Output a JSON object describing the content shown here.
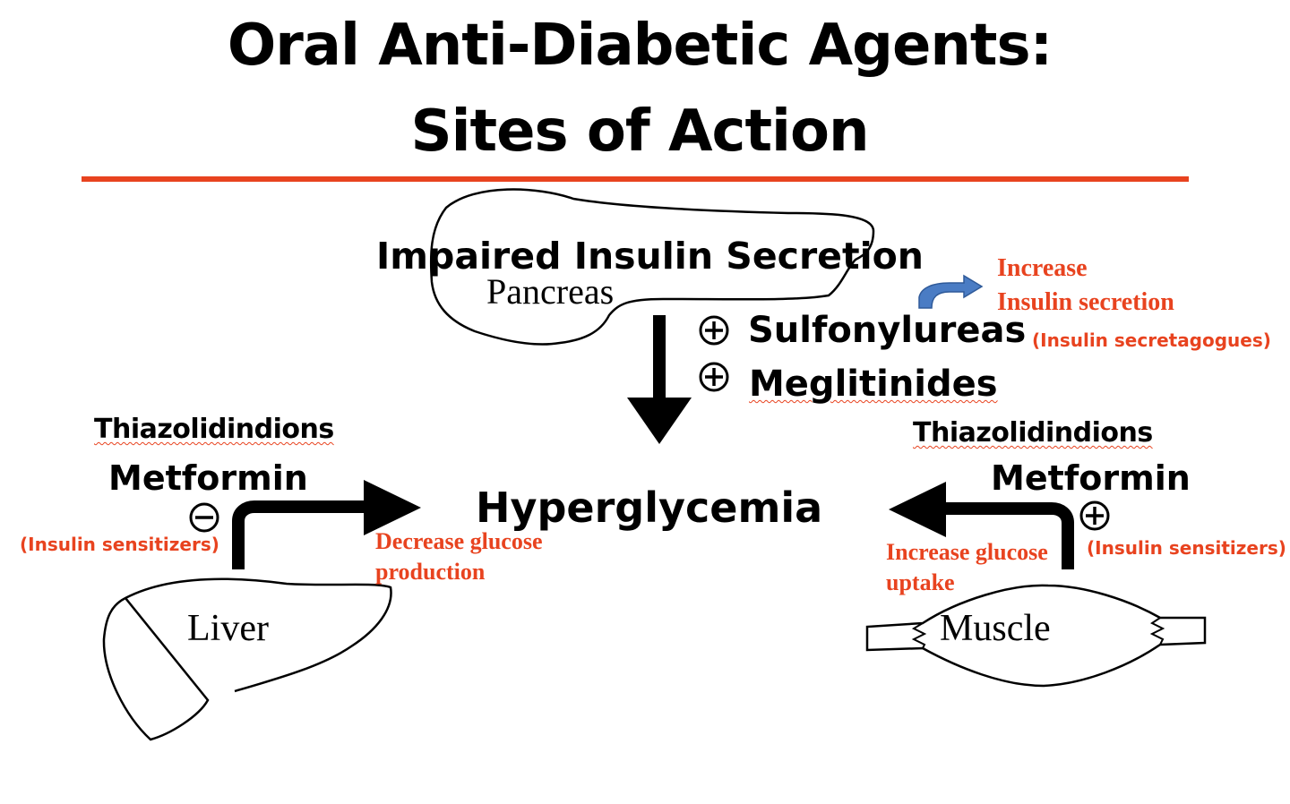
{
  "title": {
    "line1": "Oral Anti-Diabetic Agents:",
    "line2": "Sites of Action"
  },
  "pancreas": {
    "heading": "Impaired Insulin Secretion",
    "organ_label": "Pancreas",
    "drugs": [
      {
        "sign": "+",
        "name": "Sulfonylureas"
      },
      {
        "sign": "+",
        "name": "Meglitinides"
      }
    ],
    "effect_line1": "Increase",
    "effect_line2": "Insulin secretion",
    "drug_class": "(Insulin secretagogues)"
  },
  "center": {
    "label": "Hyperglycemia"
  },
  "liver": {
    "drug1": "Thiazolidindions",
    "drug2": "Metformin",
    "sign": "−",
    "drug_class": "(Insulin sensitizers)",
    "effect_line1": "Decrease glucose",
    "effect_line2": "production",
    "organ_label": "Liver"
  },
  "muscle": {
    "drug1": "Thiazolidindions",
    "drug2": "Metformin",
    "sign": "+",
    "drug_class": "(Insulin sensitizers)",
    "effect_line1": "Increase glucose",
    "effect_line2": "uptake",
    "organ_label": "Muscle"
  },
  "colors": {
    "accent": "#e8431f",
    "ink": "#000000",
    "arrow_blue": "#4a7cc4"
  }
}
